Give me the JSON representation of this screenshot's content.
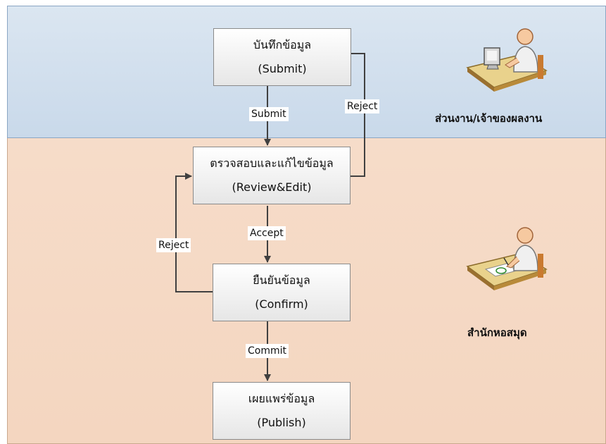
{
  "lanes": {
    "top": {
      "actor_label": "ส่วนงาน/เจ้าของผลงาน",
      "actor_icon": "user-computer-icon"
    },
    "bottom": {
      "actor_label": "สำนักหอสมุด",
      "actor_icon": "user-writing-icon"
    }
  },
  "steps": {
    "submit": {
      "title": "บันทึกข้อมูล",
      "subtitle": "(Submit)"
    },
    "review": {
      "title": "ตรวจสอบและแก้ไขข้อมูล",
      "subtitle": "(Review&Edit)"
    },
    "confirm": {
      "title": "ยืนยันข้อมูล",
      "subtitle": "(Confirm)"
    },
    "publish": {
      "title": "เผยแพร่ข้อมูล",
      "subtitle": "(Publish)"
    }
  },
  "edges": {
    "submit_label": "Submit",
    "reject_review_label": "Reject",
    "accept_label": "Accept",
    "reject_confirm_label": "Reject",
    "commit_label": "Commit"
  },
  "colors": {
    "top_lane": "#d3e0ee",
    "bottom_lane": "#f5d9c5",
    "arrow": "#404040"
  }
}
